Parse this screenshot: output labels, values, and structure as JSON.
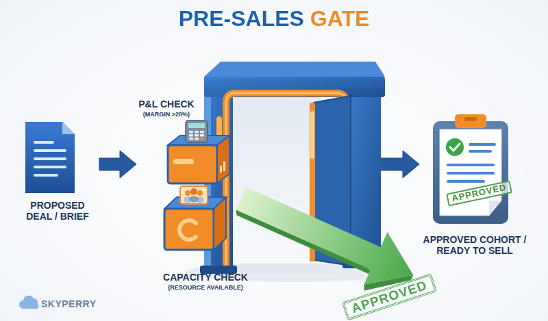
{
  "diagram": {
    "title": "PRE-SALES GATE",
    "nodes": [
      {
        "text": [
          "PROPOSED DEAL / BRIEF"
        ]
      },
      {
        "text": [
          "P&L CHECK",
          "(MARGIN >20%)"
        ]
      },
      {
        "text": [
          "CAPACITY CHECK",
          "(RESOURCE AVAILABLE)"
        ]
      },
      {
        "text": [
          "APPROVED",
          "APPROVED COHORT / READY TO SELL"
        ]
      }
    ],
    "edges": [
      {
        "from": 0,
        "to": 1,
        "arrow": "to"
      },
      {
        "from": 1,
        "to": 3,
        "arrow": "to"
      }
    ],
    "labels": [
      "APPROVED",
      "SKYPERRY"
    ]
  }
}
